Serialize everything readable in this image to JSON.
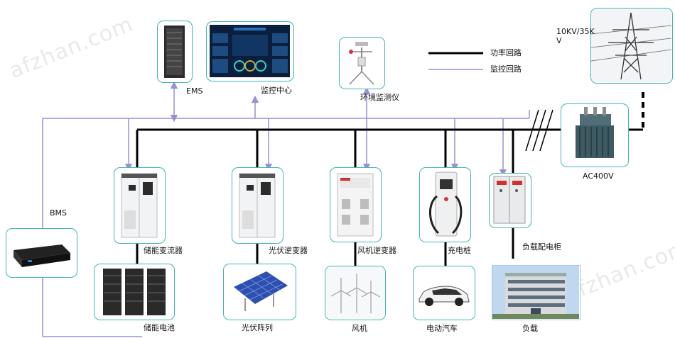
{
  "legend": {
    "power_label": "功率回路",
    "monitor_label": "监控回路"
  },
  "labels": {
    "ems": "EMS",
    "monitor_center": "监控中心",
    "env_monitor": "环境监测仪",
    "grid_voltage": "10KV/35K\nV",
    "transformer": "AC400V",
    "bms": "BMS",
    "pcs": "储能变流器",
    "battery": "储能电池",
    "pv_inverter": "光伏逆变器",
    "pv_array": "光伏阵列",
    "wind_inverter": "风机逆变器",
    "wind_turbine": "风机",
    "charger": "充电桩",
    "ev": "电动汽车",
    "load_cabinet": "负载配电柜",
    "load": "负载"
  },
  "watermark": [
    "afzhan.com",
    "afzhan.com"
  ],
  "colors": {
    "power_line": "#000000",
    "monitor_line": "#9b8fd6",
    "frame": "#3fb6b0"
  }
}
